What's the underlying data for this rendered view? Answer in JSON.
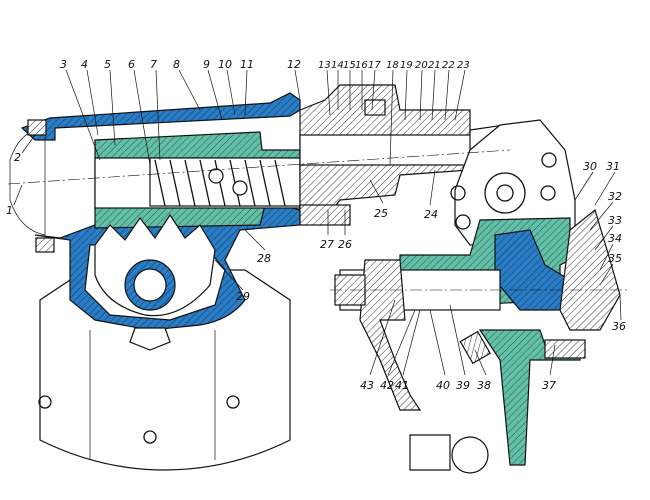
{
  "figure": {
    "title": "",
    "colors": {
      "housing": "#2a7cc4",
      "piston": "#63bfa8",
      "hatch": "#111111"
    },
    "labels": [
      "1",
      "2",
      "3",
      "4",
      "5",
      "6",
      "7",
      "8",
      "9",
      "10",
      "11",
      "12",
      "13",
      "14",
      "15",
      "16",
      "17",
      "18",
      "19",
      "20",
      "21",
      "22",
      "23",
      "24",
      "25",
      "26",
      "27",
      "28",
      "29",
      "30",
      "31",
      "32",
      "33",
      "34",
      "35",
      "36",
      "37",
      "38",
      "39",
      "40",
      "41",
      "42",
      "43"
    ]
  }
}
